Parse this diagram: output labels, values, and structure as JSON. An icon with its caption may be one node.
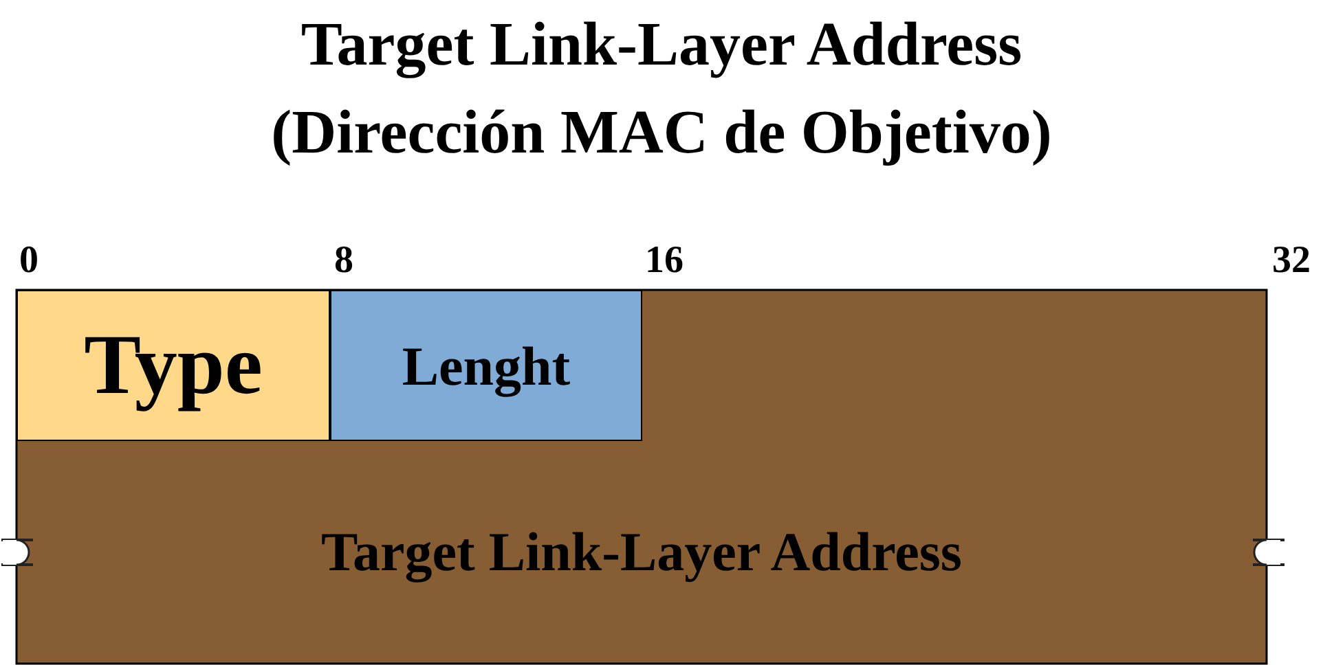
{
  "diagram": {
    "title": "Target Link-Layer Address (Dirección MAC de Objetivo)",
    "nodes": [
      {
        "text": [
          "Type"
        ]
      },
      {
        "text": [
          "Lenght"
        ]
      },
      {
        "text": [
          "Target Link-Layer Address"
        ]
      }
    ],
    "edges": [],
    "labels": [
      "0",
      "8",
      "16",
      "32"
    ]
  }
}
